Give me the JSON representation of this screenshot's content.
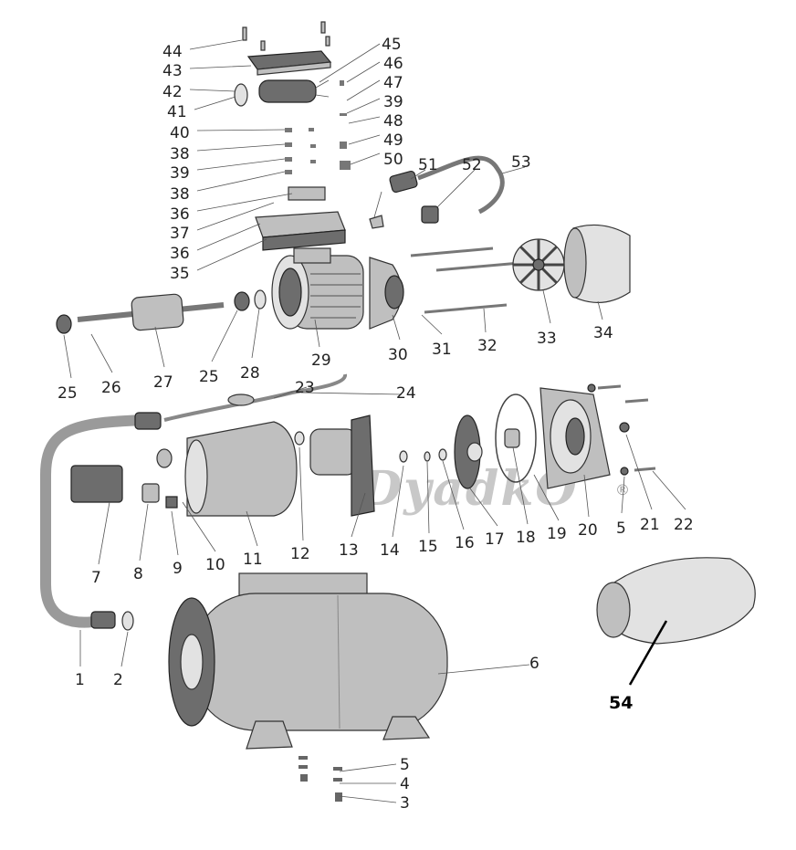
{
  "title": "Pump station exploded parts diagram",
  "watermark": "DyadkO",
  "watermark_mark": "®",
  "labels": {
    "l44": "44",
    "l43": "43",
    "l42": "42",
    "l41": "41",
    "l40": "40",
    "l38a": "38",
    "l39a": "39",
    "l38b": "38",
    "l36a": "36",
    "l37": "37",
    "l36b": "36",
    "l35": "35",
    "l45": "45",
    "l46": "46",
    "l47": "47",
    "l39b": "39",
    "l48": "48",
    "l49": "49",
    "l50": "50",
    "l51": "51",
    "l52": "52",
    "l53": "53",
    "l29": "29",
    "l30": "30",
    "l31": "31",
    "l32": "32",
    "l33": "33",
    "l34": "34",
    "l25a": "25",
    "l26": "26",
    "l27": "27",
    "l25b": "25",
    "l28": "28",
    "l23": "23",
    "l24": "24",
    "l7": "7",
    "l8": "8",
    "l9": "9",
    "l10": "10",
    "l11": "11",
    "l12": "12",
    "l13": "13",
    "l14": "14",
    "l15": "15",
    "l16": "16",
    "l17": "17",
    "l18": "18",
    "l19": "19",
    "l20": "20",
    "l5a": "5",
    "l21": "21",
    "l22": "22",
    "l1": "1",
    "l2": "2",
    "l6": "6",
    "l54": "54",
    "l5b": "5",
    "l4": "4",
    "l3": "3"
  }
}
